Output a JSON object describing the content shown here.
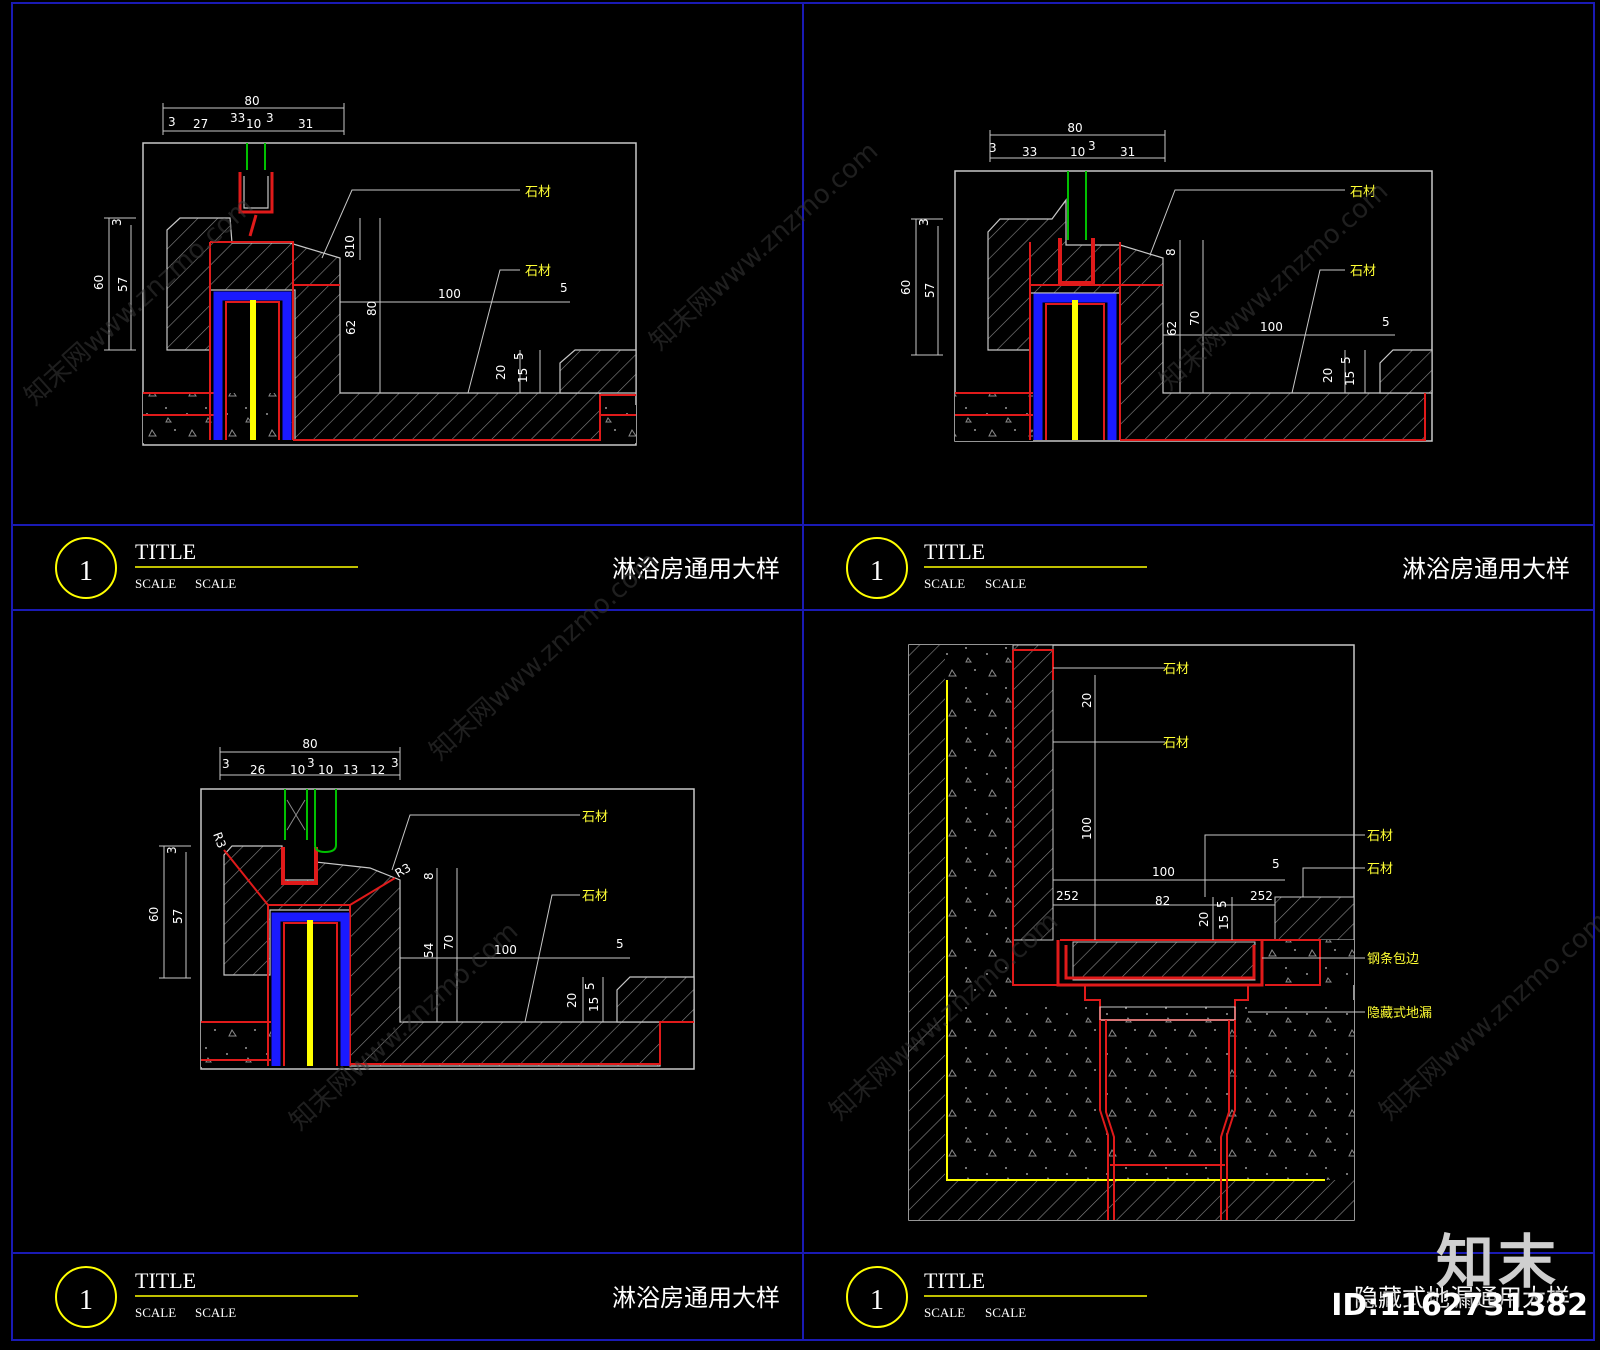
{
  "panels": [
    {
      "title": "TITLE",
      "scale_a": "SCALE",
      "scale_b": "SCALE",
      "number": "1",
      "caption": "淋浴房通用大样",
      "callouts": [
        "石材",
        "石材"
      ],
      "dims": {
        "d80": "80",
        "d3a": "3",
        "d27": "27",
        "d33": "33",
        "d10": "10",
        "d3b": "3",
        "d31": "31",
        "d60": "60",
        "d57": "57",
        "d3c": "3",
        "d810": "810",
        "d80v": "80",
        "d62": "62",
        "d100": "100",
        "d5": "5",
        "d20": "20",
        "d15": "15",
        "d5b": "5"
      }
    },
    {
      "title": "TITLE",
      "scale_a": "SCALE",
      "scale_b": "SCALE",
      "number": "1",
      "caption": "淋浴房通用大样",
      "callouts": [
        "石材",
        "石材"
      ],
      "dims": {
        "d80": "80",
        "d3a": "3",
        "d33": "33",
        "d10": "10",
        "d3b": "3",
        "d31": "31",
        "d60": "60",
        "d57": "57",
        "d3c": "3",
        "d8": "8",
        "d70": "70",
        "d62": "62",
        "d100": "100",
        "d5": "5",
        "d20": "20",
        "d15": "15",
        "d5b": "5"
      }
    },
    {
      "title": "TITLE",
      "scale_a": "SCALE",
      "scale_b": "SCALE",
      "number": "1",
      "caption": "淋浴房通用大样",
      "callouts": [
        "石材",
        "石材"
      ],
      "dims": {
        "d80": "80",
        "d3a": "3",
        "d26": "26",
        "d10a": "10",
        "d3b": "3",
        "d10b": "10",
        "d13": "13",
        "d12": "12",
        "d3c": "3",
        "r3a": "R3",
        "r3b": "R3",
        "d60": "60",
        "d57": "57",
        "d3d": "3",
        "d8": "8",
        "d54": "54",
        "d70": "70",
        "d100": "100",
        "d5": "5",
        "d20": "20",
        "d15": "15",
        "d5b": "5"
      }
    },
    {
      "title": "TITLE",
      "scale_a": "SCALE",
      "scale_b": "SCALE",
      "number": "1",
      "caption": "隐藏式地漏通用大样",
      "callouts": [
        "石材",
        "石材",
        "石材",
        "石材",
        "钢条包边",
        "隐藏式地漏"
      ],
      "dims": {
        "d20": "20",
        "d100v": "100",
        "d100": "100",
        "d5": "5",
        "d252a": "252",
        "d82": "82",
        "d20b": "20",
        "d15": "15",
        "d5b": "5",
        "d252b": "252"
      }
    }
  ],
  "watermark": "知末网www.znzmo.com",
  "brand": {
    "logo": "知末",
    "id": "ID:1162731382"
  },
  "colors": {
    "frame": "#1a1ab4",
    "line": "#c8c8c8",
    "red": "#e01a1a",
    "yellow": "#ffff00",
    "blue": "#1a1aff",
    "green": "#00c000",
    "text_yellow": "#ffff33"
  }
}
